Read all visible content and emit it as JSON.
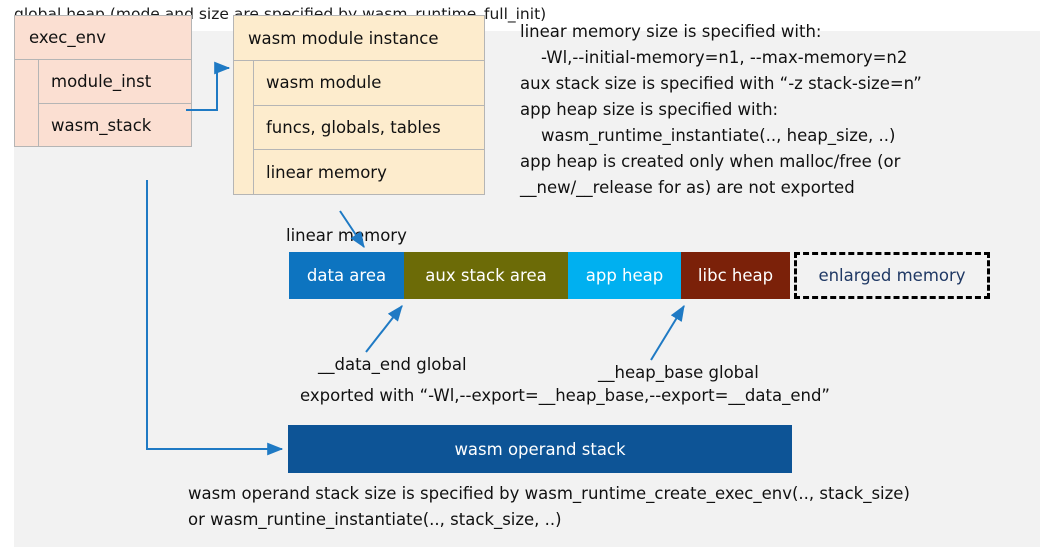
{
  "title": "global heap (mode and size are specified by wasm_runtime_full_init)",
  "colors": {
    "panel_bg": "#f2f2f2",
    "exec_env_fill": "#fbdfd2",
    "module_inst_fill": "#fdeccd",
    "box_border": "#b5b5b5",
    "connector": "#1f7ac4",
    "data_area": "#0d74c0",
    "aux_stack_area": "#6c6b07",
    "app_heap": "#00b0f0",
    "libc_heap": "#7b2109",
    "enlarged_memory_text": "#1f3864",
    "operand_stack": "#0d5496"
  },
  "exec_env": {
    "header": "exec_env",
    "fields": [
      {
        "label": "module_inst"
      },
      {
        "label": "wasm_stack"
      }
    ]
  },
  "module_instance": {
    "header": "wasm module instance",
    "fields": [
      {
        "label": "wasm module"
      },
      {
        "label": "funcs, globals, tables"
      },
      {
        "label": "linear memory"
      }
    ]
  },
  "notes": "linear memory size is specified with:\n    -Wl,--initial-memory=n1, --max-memory=n2\naux stack size is specified with “-z stack-size=n”\napp heap size is specified with:\n    wasm_runtime_instantiate(.., heap_size, ..)\napp heap is created only when malloc/free (or\n__new/__release for as) are not exported",
  "linear_memory": {
    "label": "linear memory",
    "segments": [
      {
        "name": "data-area",
        "label": "data area",
        "color": "#0d74c0",
        "width": 115
      },
      {
        "name": "aux-stack-area",
        "label": "aux stack area",
        "color": "#6c6b07",
        "width": 164
      },
      {
        "name": "app-heap",
        "label": "app heap",
        "color": "#00b0f0",
        "width": 113
      },
      {
        "name": "libc-heap",
        "label": "libc heap",
        "color": "#7b2109",
        "width": 109
      },
      {
        "name": "enlarged-memory",
        "label": "enlarged memory",
        "color": "#f2f2f2",
        "width": 196
      }
    ]
  },
  "annotations": {
    "data_end": "__data_end global",
    "heap_base": "__heap_base global",
    "export_line": "exported with “-Wl,--export=__heap_base,--export=__data_end”"
  },
  "operand_stack": {
    "label": "wasm operand stack",
    "footnote": "wasm operand stack size is specified by wasm_runtime_create_exec_env(.., stack_size)\nor wasm_runtine_instantiate(.., stack_size, ..)"
  }
}
